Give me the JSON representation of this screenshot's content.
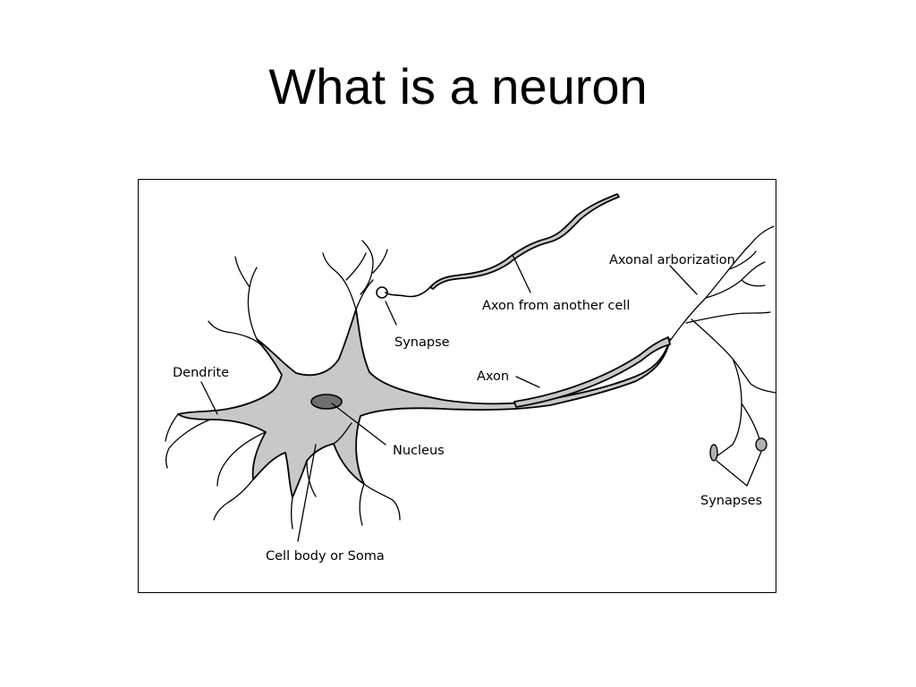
{
  "slide": {
    "title": "What is a neuron"
  },
  "diagram": {
    "labels": {
      "dendrite": "Dendrite",
      "synapse": "Synapse",
      "axon_from_another_cell": "Axon from another cell",
      "axonal_arborization": "Axonal arborization",
      "axon": "Axon",
      "nucleus": "Nucleus",
      "cell_body": "Cell body or Soma",
      "synapses": "Synapses"
    },
    "colors": {
      "cell_fill": "#c8c8c8",
      "nucleus_fill": "#707070",
      "stroke": "#000000"
    }
  }
}
